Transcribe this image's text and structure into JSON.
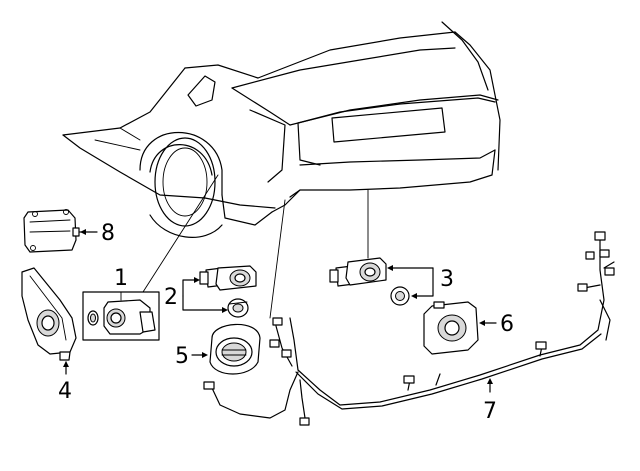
{
  "diagram": {
    "callouts": [
      {
        "id": "1",
        "label": "1"
      },
      {
        "id": "2",
        "label": "2"
      },
      {
        "id": "3",
        "label": "3"
      },
      {
        "id": "4",
        "label": "4"
      },
      {
        "id": "5",
        "label": "5"
      },
      {
        "id": "6",
        "label": "6"
      },
      {
        "id": "7",
        "label": "7"
      },
      {
        "id": "8",
        "label": "8"
      }
    ],
    "colors": {
      "line": "#000000",
      "background": "#ffffff",
      "shade": "#d9d9d9"
    }
  }
}
